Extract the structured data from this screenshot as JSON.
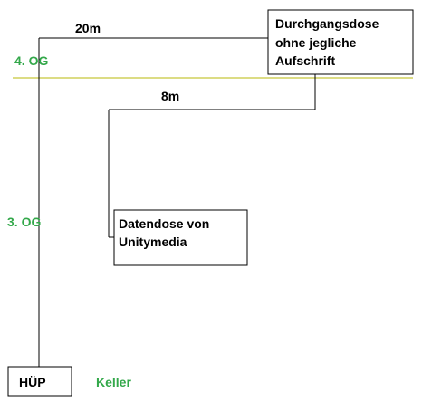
{
  "colors": {
    "floor_label": "#33a84a",
    "floor_line": "#c8c83a",
    "wire": "#000000",
    "box_border": "#000000"
  },
  "floors": {
    "og4": "4. OG",
    "og3": "3. OG",
    "keller": "Keller"
  },
  "distances": {
    "top_run": "20m",
    "mid_run": "8m"
  },
  "boxes": {
    "durchgangsdose": [
      "Durchgangsdose",
      "ohne jegliche",
      "Aufschrift"
    ],
    "datendose": [
      "Datendose von",
      "Unitymedia"
    ],
    "huep": [
      "HÜP"
    ]
  }
}
